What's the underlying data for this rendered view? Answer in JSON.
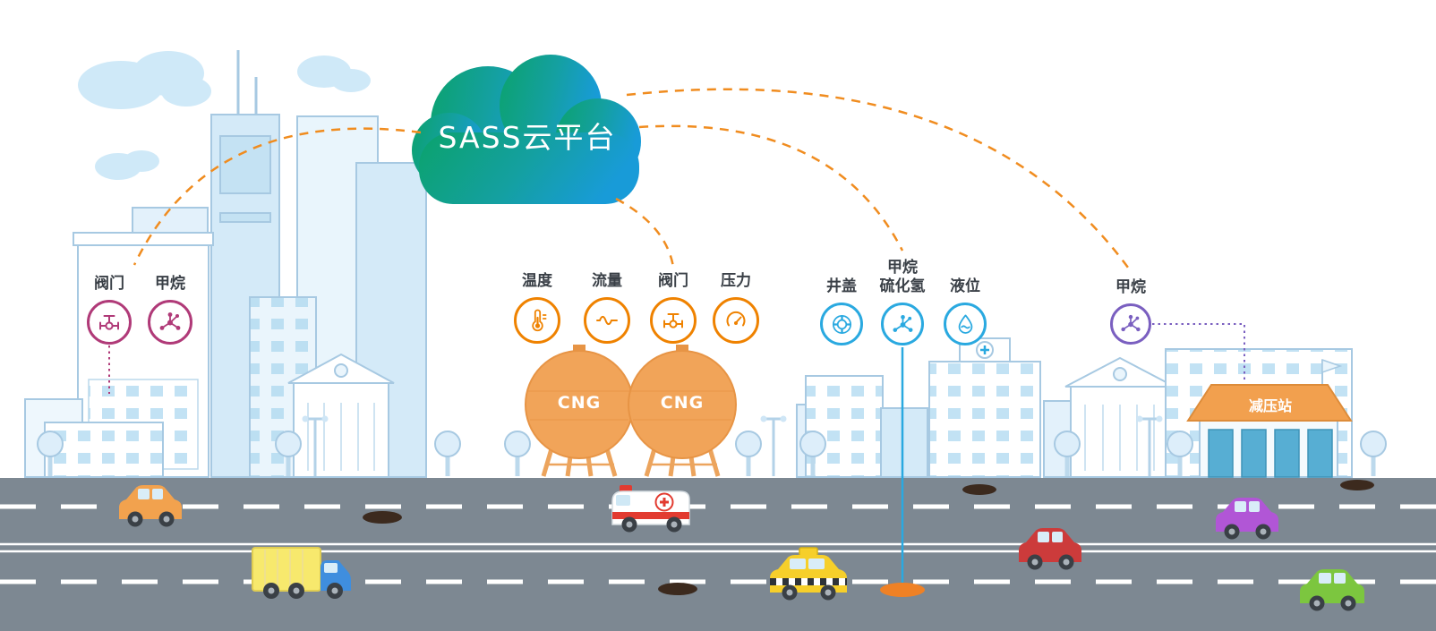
{
  "cloud": {
    "title": "SASS云平台"
  },
  "sensor_groups": {
    "building": {
      "color": "#b03a78",
      "items": [
        {
          "label": "阀门",
          "icon": "valve-icon"
        },
        {
          "label": "甲烷",
          "icon": "molecule-icon"
        }
      ]
    },
    "cng": {
      "color": "#ef8200",
      "items": [
        {
          "label": "温度",
          "icon": "thermometer-icon"
        },
        {
          "label": "流量",
          "icon": "flow-icon"
        },
        {
          "label": "阀门",
          "icon": "valve-icon"
        },
        {
          "label": "压力",
          "icon": "gauge-icon"
        }
      ]
    },
    "city": {
      "color": "#2aa9e0",
      "items": [
        {
          "label": "井盖",
          "icon": "manhole-icon"
        },
        {
          "label": "甲烷",
          "label2": "硫化氢",
          "icon": "molecule-icon"
        },
        {
          "label": "液位",
          "icon": "level-icon"
        }
      ]
    },
    "station": {
      "color": "#7a5fc0",
      "items": [
        {
          "label": "甲烷",
          "icon": "molecule-icon"
        }
      ]
    }
  },
  "tanks": {
    "label": "CNG"
  },
  "station": {
    "label": "减压站"
  },
  "palette": {
    "road": "#7d8892",
    "lane_marking": "#ffffff",
    "city_outline": "#a7c9e2",
    "city_fill": "#e9f5fc",
    "tank_orange": "#f1a459",
    "link_orange": "#f08c1f",
    "cloud_green": "#0ba26c",
    "cloud_blue": "#189bd8"
  }
}
